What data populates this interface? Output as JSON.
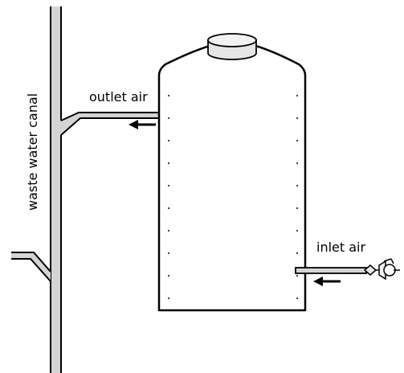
{
  "diagram": {
    "labels": {
      "canal": "waste water canal",
      "outlet": "outlet air",
      "inlet": "inlet air"
    },
    "colors": {
      "stroke": "#000000",
      "pipe_fill": "#d4d4d4",
      "lid_fill": "#e6e6e6",
      "background": "#ffffff"
    },
    "arrows": {
      "outlet_direction": "left",
      "inlet_direction": "left"
    },
    "icons": [
      "valve-icon",
      "hose-connector-icon"
    ]
  }
}
